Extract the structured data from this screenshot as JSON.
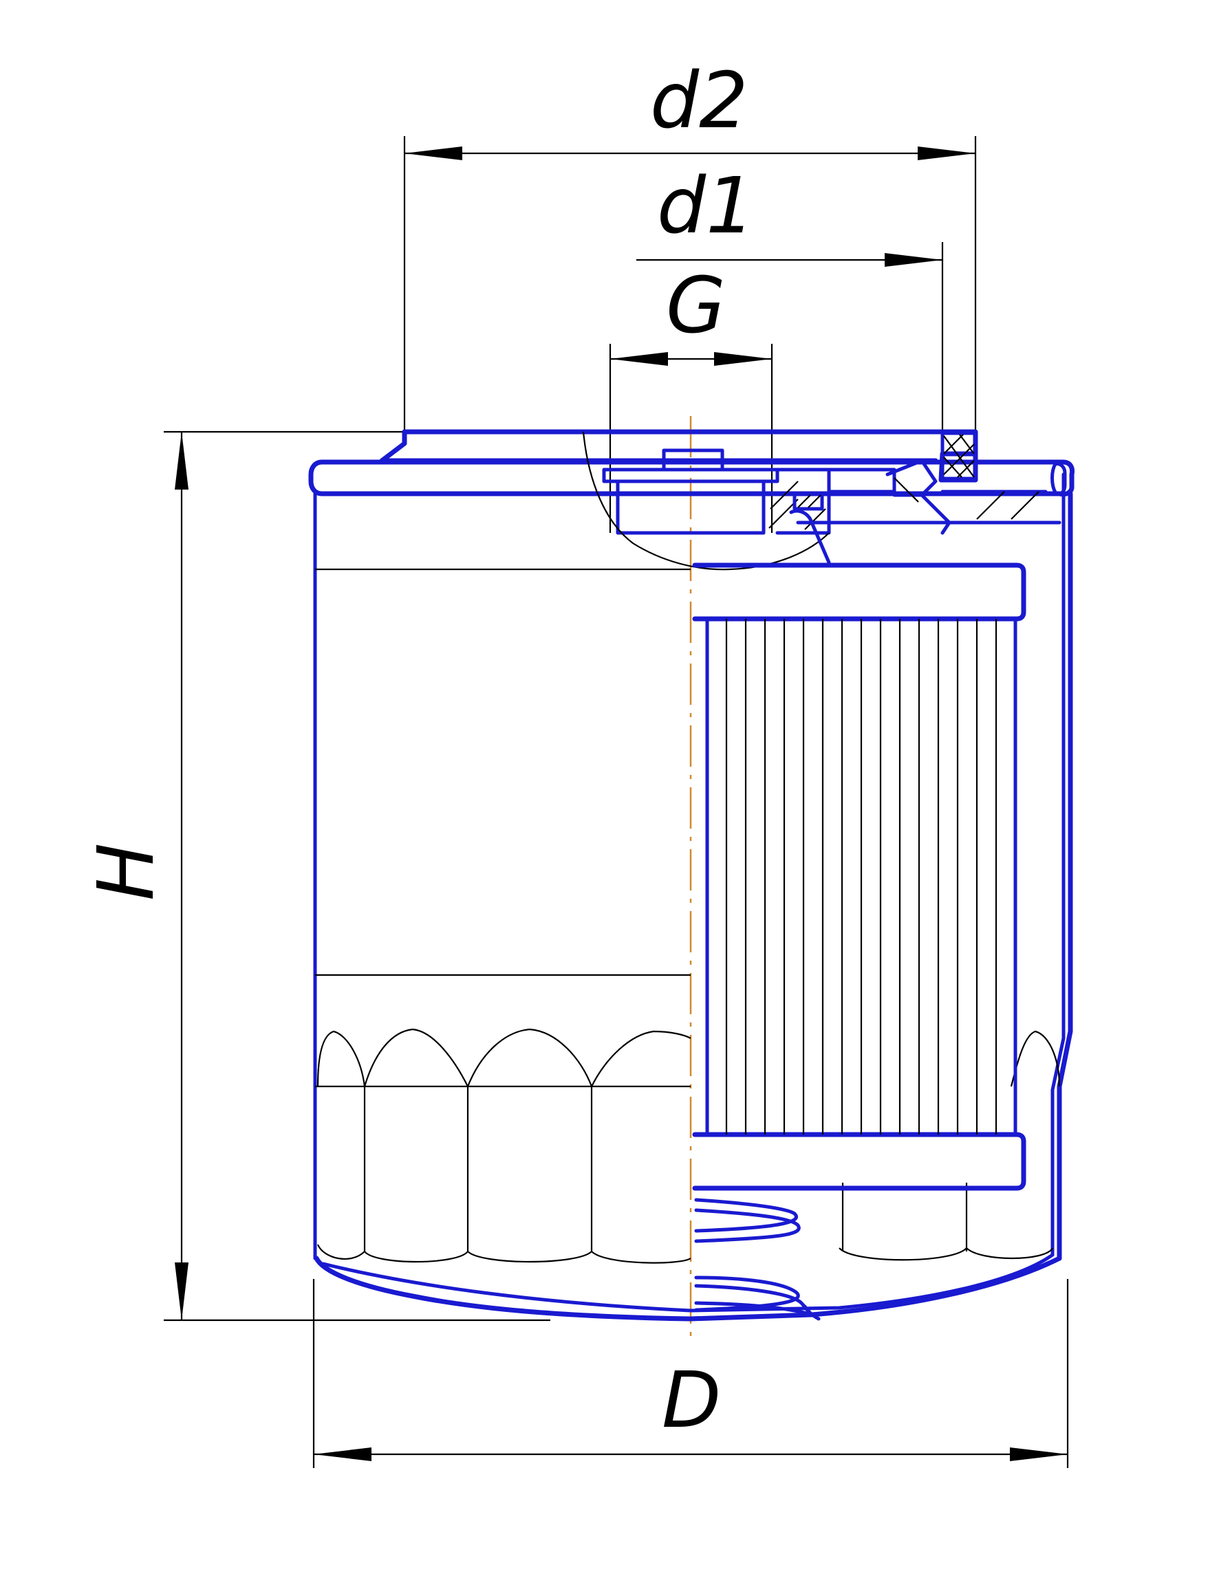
{
  "dimensions": {
    "d2": "d2",
    "d1": "d1",
    "G": "G",
    "H": "H",
    "D": "D"
  },
  "colors": {
    "outline": "#1a1ad0",
    "dimension": "#000000",
    "axis": "#d08a30"
  }
}
